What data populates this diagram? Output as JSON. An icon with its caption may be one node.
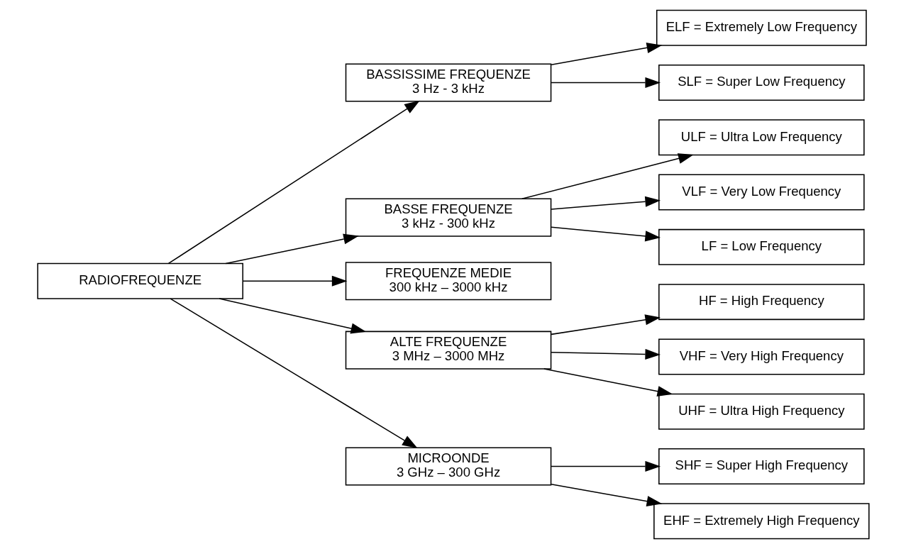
{
  "diagram": {
    "nodes": [
      {
        "text": [
          "RADIOFREQUENZE"
        ]
      },
      {
        "text": [
          "BASSISSIME FREQUENZE",
          "3 Hz - 3 kHz"
        ]
      },
      {
        "text": [
          "ELF = Extremely Low Frequency"
        ]
      },
      {
        "text": [
          "SLF = Super Low Frequency"
        ]
      },
      {
        "text": [
          "BASSE FREQUENZE",
          "3 kHz - 300 kHz"
        ]
      },
      {
        "text": [
          "ULF = Ultra Low Frequency"
        ]
      },
      {
        "text": [
          "VLF = Very Low Frequency"
        ]
      },
      {
        "text": [
          "LF = Low Frequency"
        ]
      },
      {
        "text": [
          "FREQUENZE MEDIE",
          "300 kHz – 3000 kHz"
        ]
      },
      {
        "text": [
          "ALTE FREQUENZE",
          "3 MHz – 3000 MHz"
        ]
      },
      {
        "text": [
          "HF = High Frequency"
        ]
      },
      {
        "text": [
          "VHF = Very High Frequency"
        ]
      },
      {
        "text": [
          "UHF = Ultra High Frequency"
        ]
      },
      {
        "text": [
          "MICROONDE",
          "3 GHz – 300 GHz"
        ]
      },
      {
        "text": [
          "SHF = Super High Frequency"
        ]
      },
      {
        "text": [
          "EHF = Extremely High Frequency"
        ]
      }
    ],
    "edges": [
      {
        "from": 0,
        "to": 1,
        "arrow": "to"
      },
      {
        "from": 0,
        "to": 4,
        "arrow": "to"
      },
      {
        "from": 0,
        "to": 8,
        "arrow": "to"
      },
      {
        "from": 0,
        "to": 9,
        "arrow": "to"
      },
      {
        "from": 0,
        "to": 13,
        "arrow": "to"
      },
      {
        "from": 1,
        "to": 2,
        "arrow": "to"
      },
      {
        "from": 1,
        "to": 3,
        "arrow": "to"
      },
      {
        "from": 4,
        "to": 5,
        "arrow": "to"
      },
      {
        "from": 4,
        "to": 6,
        "arrow": "to"
      },
      {
        "from": 4,
        "to": 7,
        "arrow": "to"
      },
      {
        "from": 9,
        "to": 10,
        "arrow": "to"
      },
      {
        "from": 9,
        "to": 11,
        "arrow": "to"
      },
      {
        "from": 9,
        "to": 12,
        "arrow": "to"
      },
      {
        "from": 13,
        "to": 14,
        "arrow": "to"
      },
      {
        "from": 13,
        "to": 15,
        "arrow": "to"
      }
    ]
  }
}
